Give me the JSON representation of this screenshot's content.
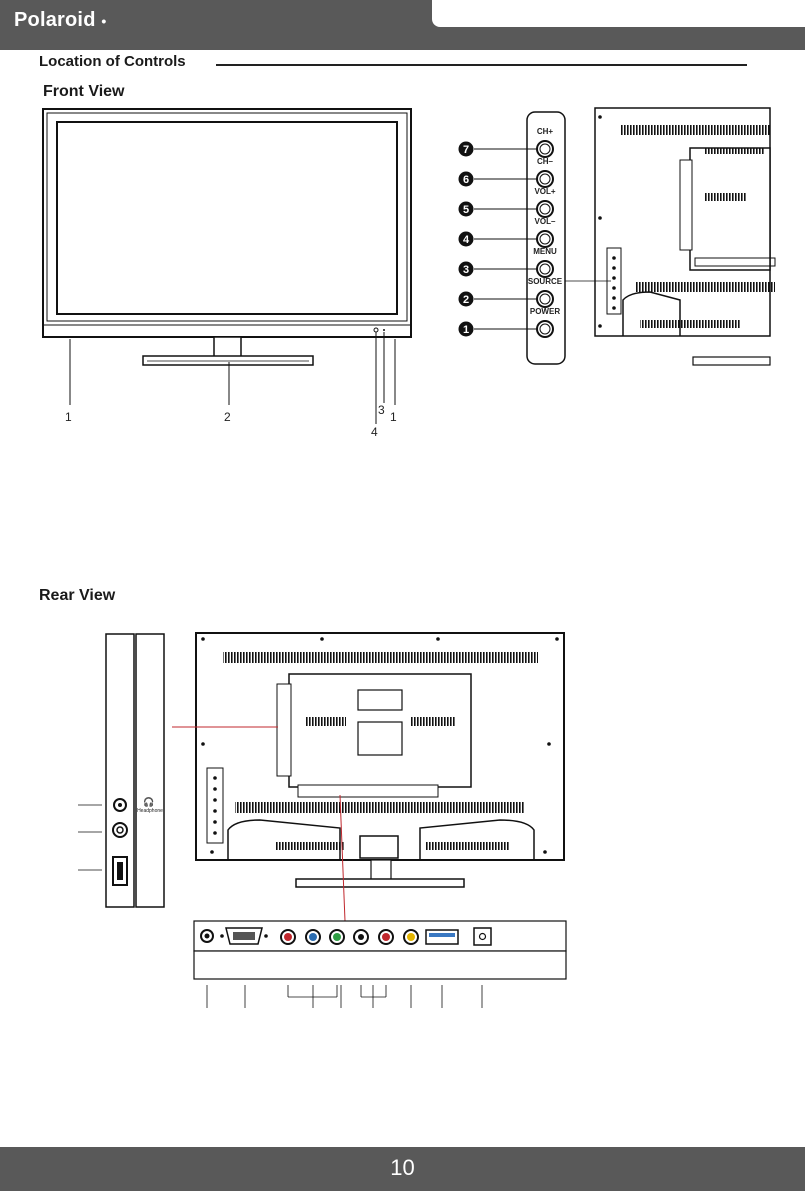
{
  "header": {
    "brand": "Polaroid",
    "brand_dot": "•"
  },
  "section_title": "Location of Controls",
  "front_view": {
    "title": "Front View",
    "callouts": [
      "1",
      "2",
      "3",
      "1",
      "4"
    ]
  },
  "side_panel": {
    "buttons": [
      {
        "number": "7",
        "label": "CH+"
      },
      {
        "number": "6",
        "label": "CH–"
      },
      {
        "number": "5",
        "label": "VOL+"
      },
      {
        "number": "4",
        "label": "VOL–"
      },
      {
        "number": "3",
        "label": "MENU"
      },
      {
        "number": "2",
        "label": "SOURCE"
      },
      {
        "number": "1",
        "label": "POWER"
      }
    ]
  },
  "rear_view": {
    "title": "Rear View",
    "side_jack_label": "Headphone"
  },
  "footer": {
    "page_number": "10"
  },
  "colors": {
    "bar": "#595959",
    "accent_red": "#c0272d"
  }
}
